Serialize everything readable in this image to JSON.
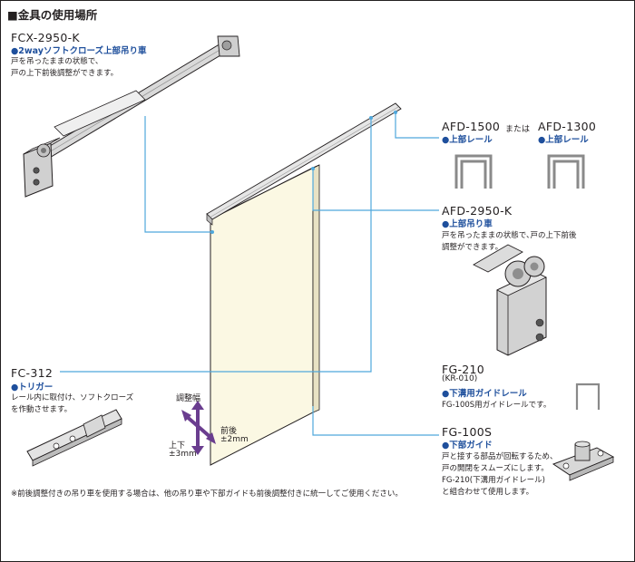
{
  "section_title": "■金具の使用場所",
  "fcx": {
    "model": "FCX-2950-K",
    "name": "●2wayソフトクローズ上部吊り車",
    "desc1": "戸を吊ったままの状態で、",
    "desc2": "戸の上下前後調整ができます。"
  },
  "afd1500": {
    "model": "AFD-1500",
    "name": "●上部レール"
  },
  "or_text": "または",
  "afd1300": {
    "model": "AFD-1300",
    "name": "●上部レール"
  },
  "afd2950": {
    "model": "AFD-2950-K",
    "name": "●上部吊り車",
    "desc1": "戸を吊ったままの状態で､戸の上下前後",
    "desc2": "調整ができます。"
  },
  "fc312": {
    "model": "FC-312",
    "name": "●トリガー",
    "desc1": "レール内に取付け、ソフトクローズ",
    "desc2": "を作動させます。"
  },
  "fg210": {
    "model": "FG-210",
    "sub": "(KR-010)",
    "name": "●下溝用ガイドレール",
    "desc": "FG-100S用ガイドレールです。"
  },
  "fg100s": {
    "model": "FG-100S",
    "name": "●下部ガイド",
    "desc1": "戸と接する部品が回転するため、",
    "desc2": "戸の開閉をスムーズにします。",
    "desc3": "FG-210(下溝用ガイドレール)",
    "desc4": "と組合わせて使用します。"
  },
  "adjust": {
    "label": "調整幅",
    "front_back": "前後",
    "front_back_val": "±2mm",
    "up_down": "上下",
    "up_down_val": "±3mm"
  },
  "footnote": "※前後調整付きの吊り車を使用する場合は、他の吊り車や下部ガイドも前後調整付きに統一してご使用ください。",
  "colors": {
    "accent": "#1e4f9c",
    "leader": "#4fa8dc",
    "door": "#fbf8e3",
    "arrow": "#6a3d8f"
  }
}
